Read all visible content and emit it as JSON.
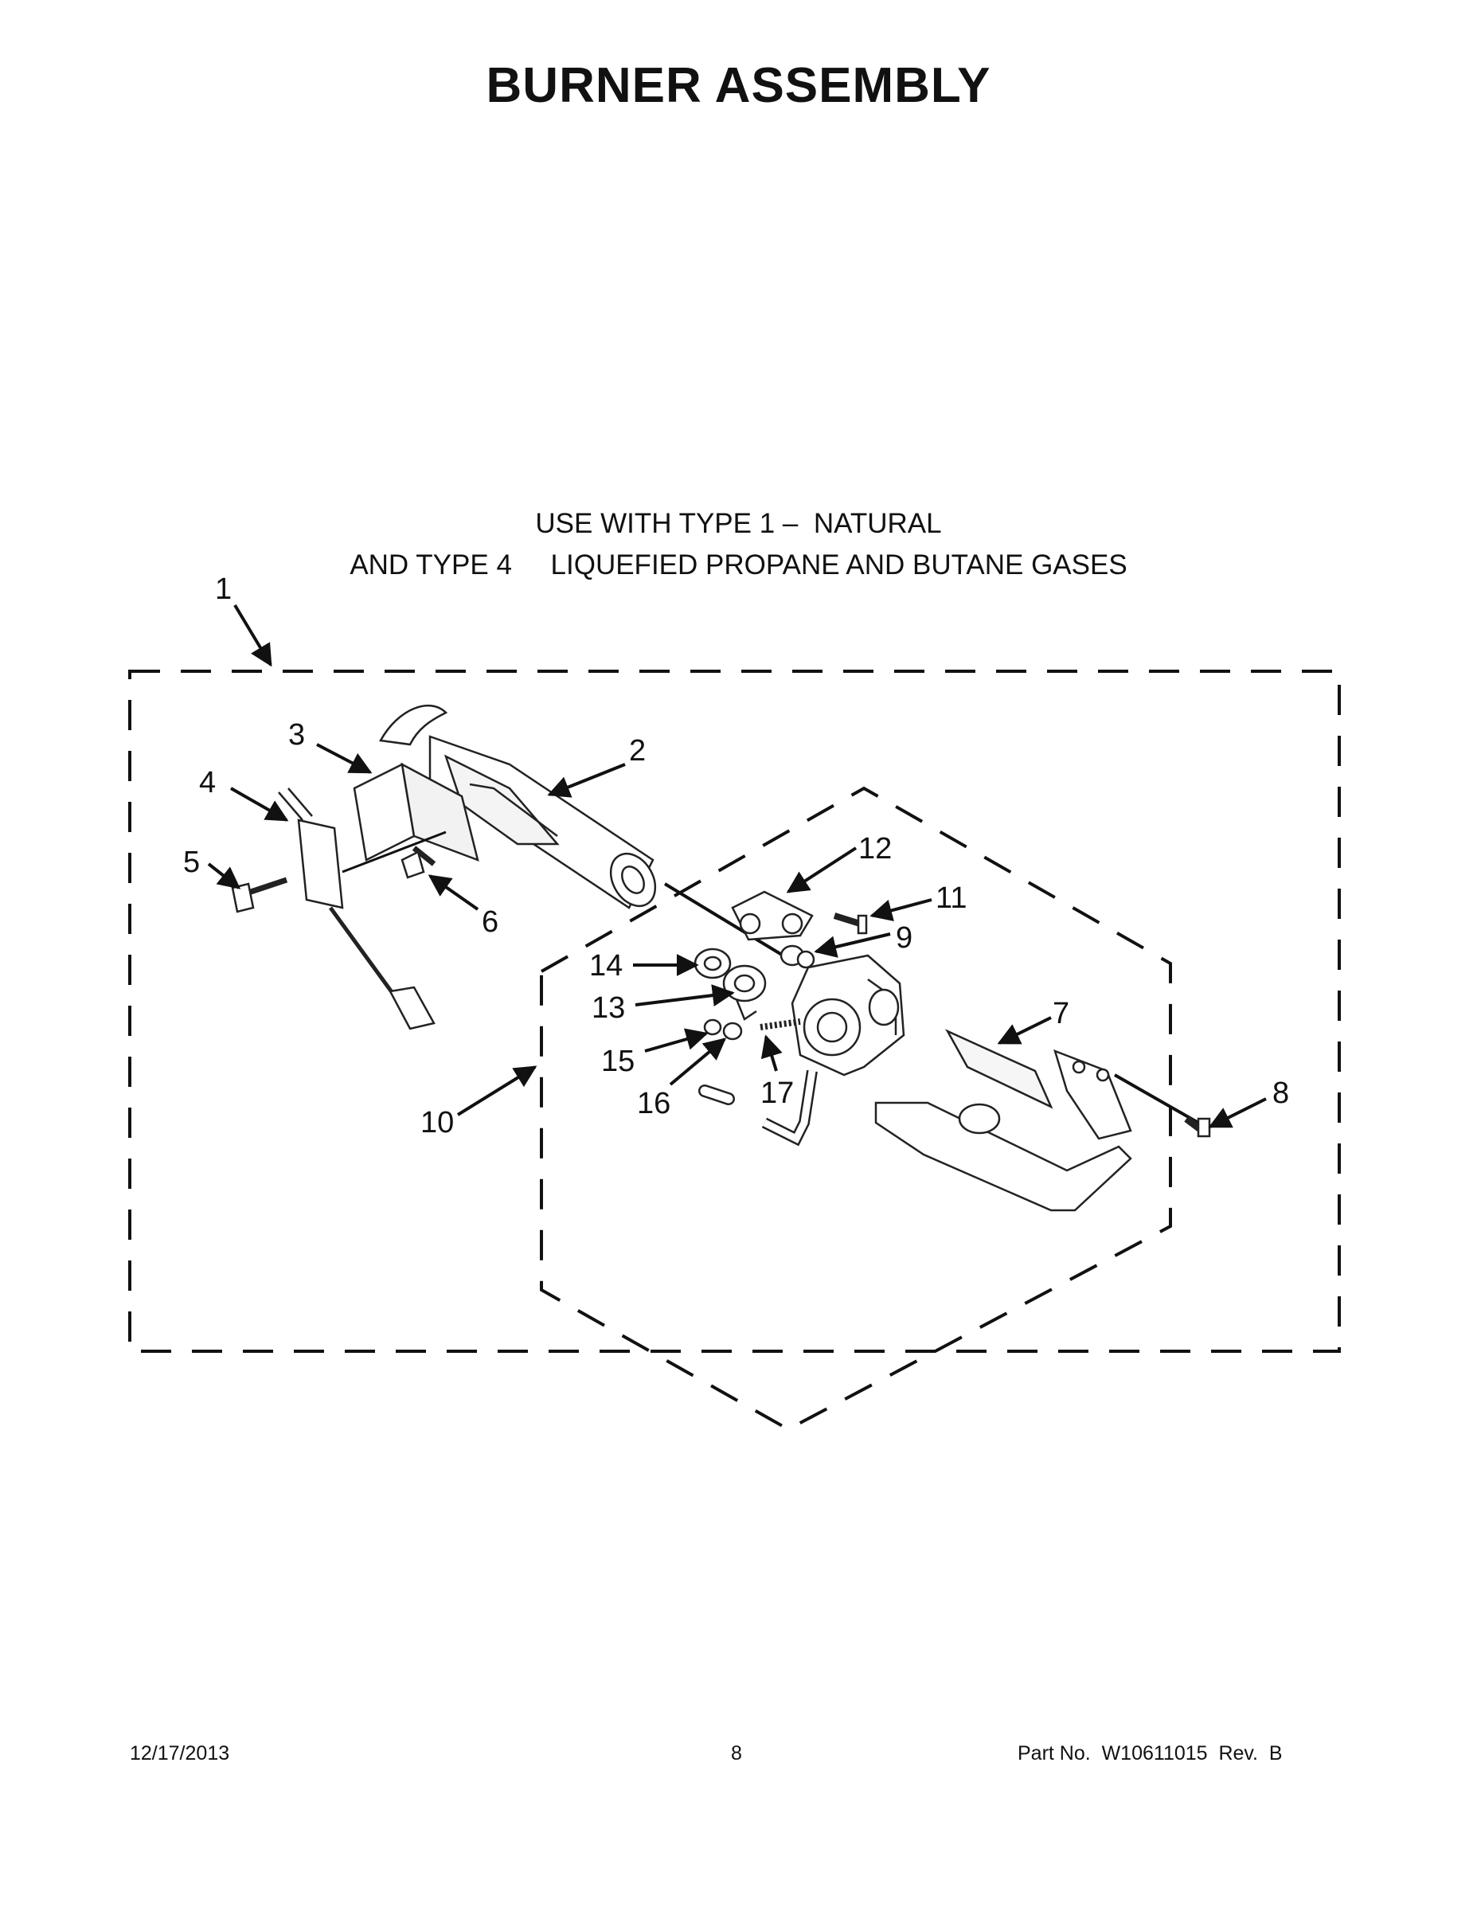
{
  "page": {
    "title": "BURNER ASSEMBLY",
    "subtitle_line1": "USE WITH TYPE 1 –  NATURAL",
    "subtitle_line2": "AND TYPE 4     LIQUEFIED PROPANE AND BUTANE GASES"
  },
  "diagram": {
    "callouts": [
      "1",
      "2",
      "3",
      "4",
      "5",
      "6",
      "7",
      "8",
      "9",
      "10",
      "11",
      "12",
      "13",
      "14",
      "15",
      "16",
      "17"
    ]
  },
  "footer": {
    "date": "12/17/2013",
    "page_number": "8",
    "part_number": "Part No.  W10611015  Rev.  B"
  }
}
